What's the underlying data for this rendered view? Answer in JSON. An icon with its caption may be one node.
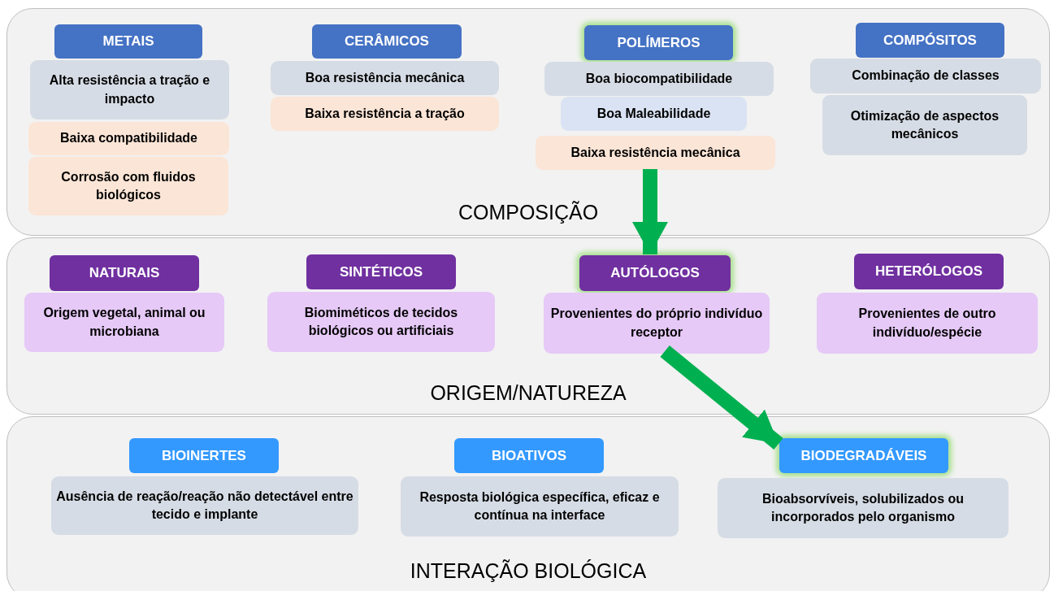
{
  "diagram": {
    "nodes": [
      {
        "text": [
          "COMPOSIÇÃO"
        ]
      },
      {
        "text": [
          "METAIS"
        ],
        "in": 0
      },
      {
        "text": [
          "Alta resistência a tração e impacto"
        ],
        "in": 0
      },
      {
        "text": [
          "Baixa compatibilidade"
        ],
        "in": 0
      },
      {
        "text": [
          "Corrosão com fluidos biológicos"
        ],
        "in": 0
      },
      {
        "text": [
          "CERÂMICOS"
        ],
        "in": 0
      },
      {
        "text": [
          "Boa resistência mecânica"
        ],
        "in": 0
      },
      {
        "text": [
          "Baixa resistência a tração"
        ],
        "in": 0
      },
      {
        "text": [
          "POLÍMEROS"
        ],
        "in": 0
      },
      {
        "text": [
          "Boa biocompatibilidade"
        ],
        "in": 0
      },
      {
        "text": [
          "Boa Maleabilidade"
        ],
        "in": 0
      },
      {
        "text": [
          "Baixa resistência mecânica"
        ],
        "in": 0
      },
      {
        "text": [
          "COMPÓSITOS"
        ],
        "in": 0
      },
      {
        "text": [
          "Combinação de classes"
        ],
        "in": 0
      },
      {
        "text": [
          "Otimização de aspectos mecânicos"
        ],
        "in": 0
      },
      {
        "text": [
          "ORIGEM/NATUREZA"
        ]
      },
      {
        "text": [
          "NATURAIS"
        ],
        "in": 15
      },
      {
        "text": [
          "Origem vegetal, animal ou microbiana"
        ],
        "in": 15
      },
      {
        "text": [
          "SINTÉTICOS"
        ],
        "in": 15
      },
      {
        "text": [
          "Biomiméticos de tecidos biológicos ou artificiais"
        ],
        "in": 15
      },
      {
        "text": [
          "AUTÓLOGOS"
        ],
        "in": 15
      },
      {
        "text": [
          "Provenientes do próprio indivíduo receptor"
        ],
        "in": 15
      },
      {
        "text": [
          "HETERÓLOGOS"
        ],
        "in": 15
      },
      {
        "text": [
          "Provenientes de outro indivíduo/espécie"
        ],
        "in": 15
      },
      {
        "text": [
          "INTERAÇÃO BIOLÓGICA"
        ]
      },
      {
        "text": [
          "BIOINERTES"
        ],
        "in": 24
      },
      {
        "text": [
          "Ausência de reação/reação não detectável entre tecido e implante"
        ],
        "in": 24
      },
      {
        "text": [
          "BIOATIVOS"
        ],
        "in": 24
      },
      {
        "text": [
          "Resposta biológica específica, eficaz e contínua na interface"
        ],
        "in": 24
      },
      {
        "text": [
          "BIODEGRADÁVEIS"
        ],
        "in": 24
      },
      {
        "text": [
          "Bioabsorvíveis, solubilizados ou incorporados pelo organismo"
        ],
        "in": 24
      }
    ],
    "edges": [
      {
        "from": 11,
        "to": 20,
        "arrow": "to"
      },
      {
        "from": 21,
        "to": 29,
        "arrow": "to"
      }
    ]
  }
}
